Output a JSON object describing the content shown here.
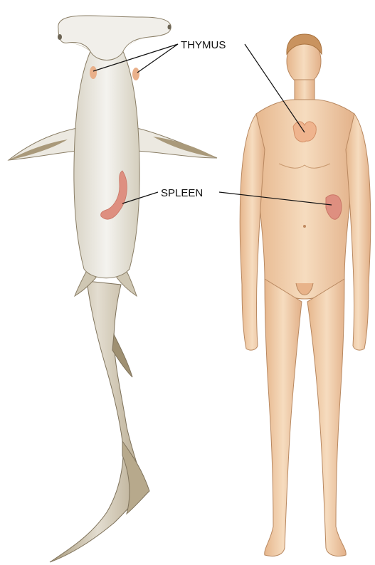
{
  "labels": {
    "thymus": "THYMUS",
    "spleen": "SPLEEN"
  },
  "colors": {
    "background": "#ffffff",
    "shark_body": "#eeeeea",
    "shark_shadow": "#b8ae98",
    "human_skin": "#f2d1ae",
    "human_shadow": "#d9a77c",
    "organ": "#e8a27e",
    "spleen_organ": "#de8f80",
    "leader_line": "#111111"
  },
  "figures": [
    "hammerhead-shark",
    "human-figure"
  ]
}
